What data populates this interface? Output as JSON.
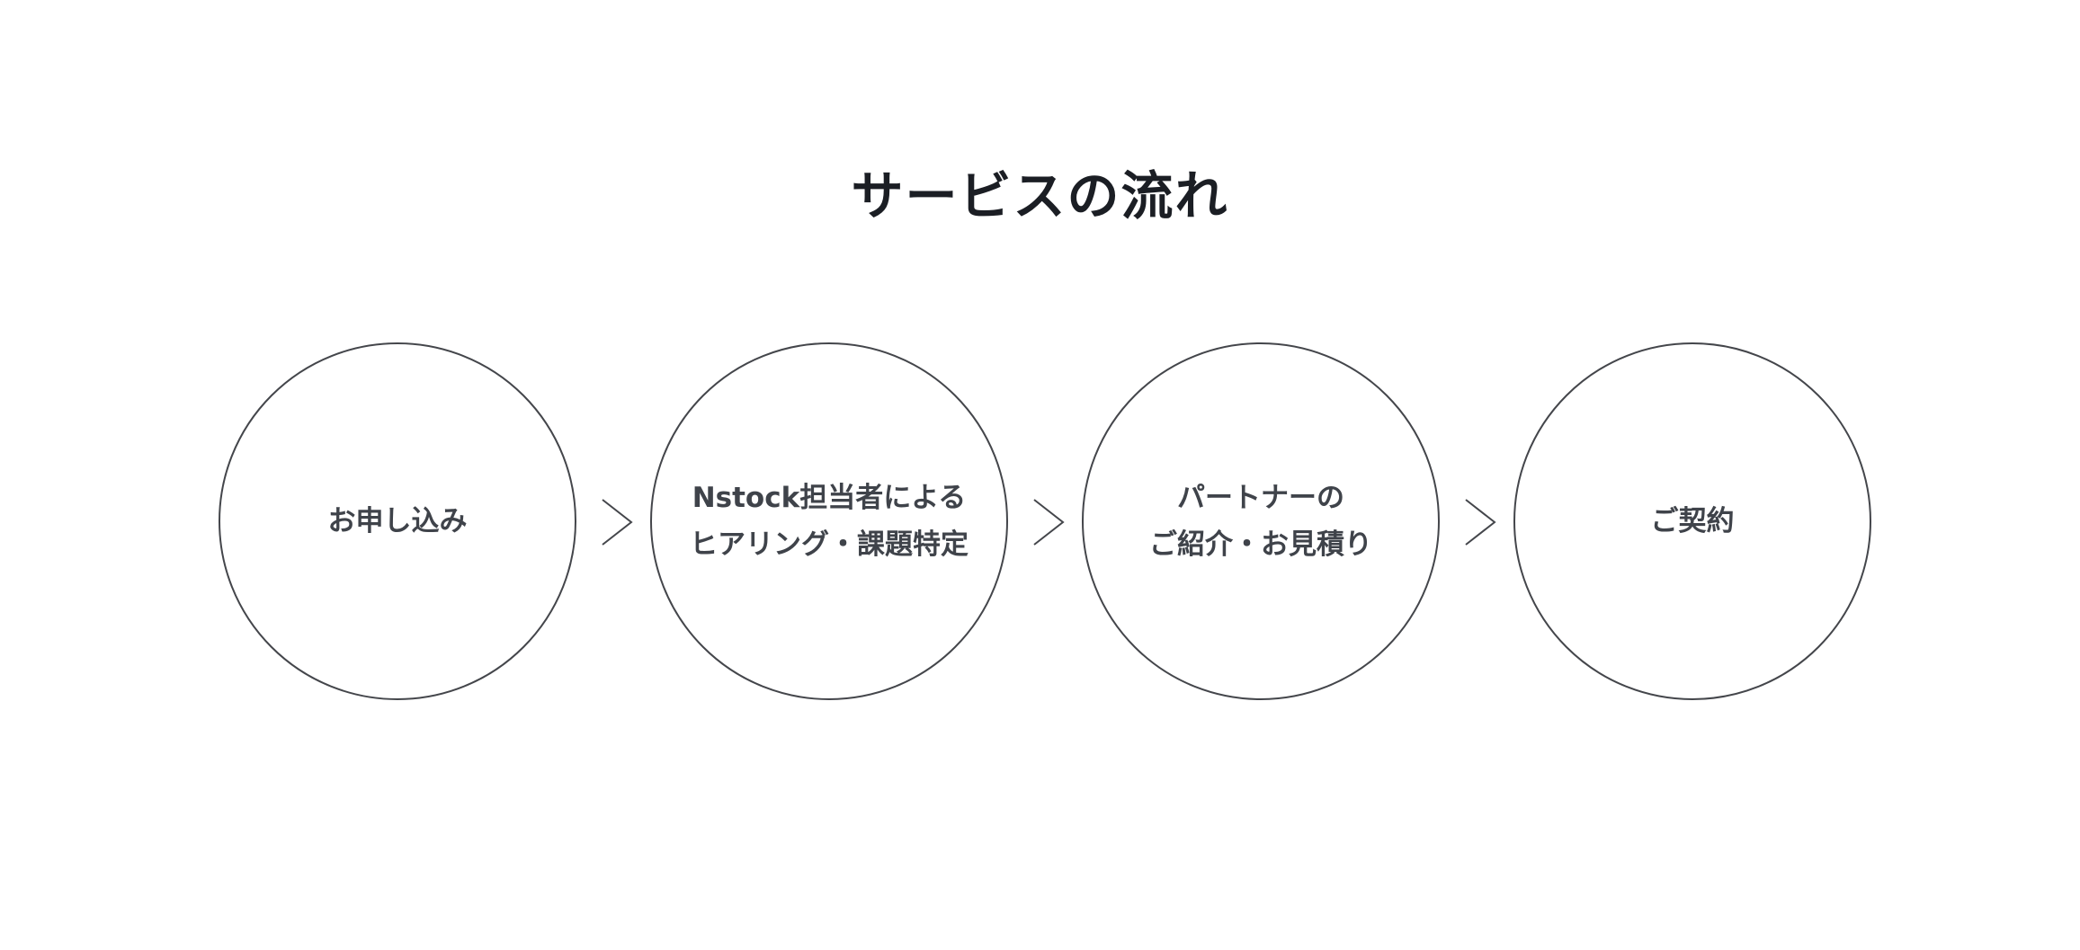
{
  "section": {
    "title": "サービスの流れ"
  },
  "steps": [
    {
      "label": "お申し込み"
    },
    {
      "label": "Nstock担当者による\nヒアリング・課題特定"
    },
    {
      "label": "パートナーの\nご紹介・お見積り"
    },
    {
      "label": "ご契約"
    }
  ],
  "colors": {
    "title_text": "#1b1e24",
    "step_text": "#3f434a",
    "circle_stroke": "#44464b",
    "background": "#ffffff"
  },
  "icons": {
    "arrow": "chevron-right-icon"
  }
}
